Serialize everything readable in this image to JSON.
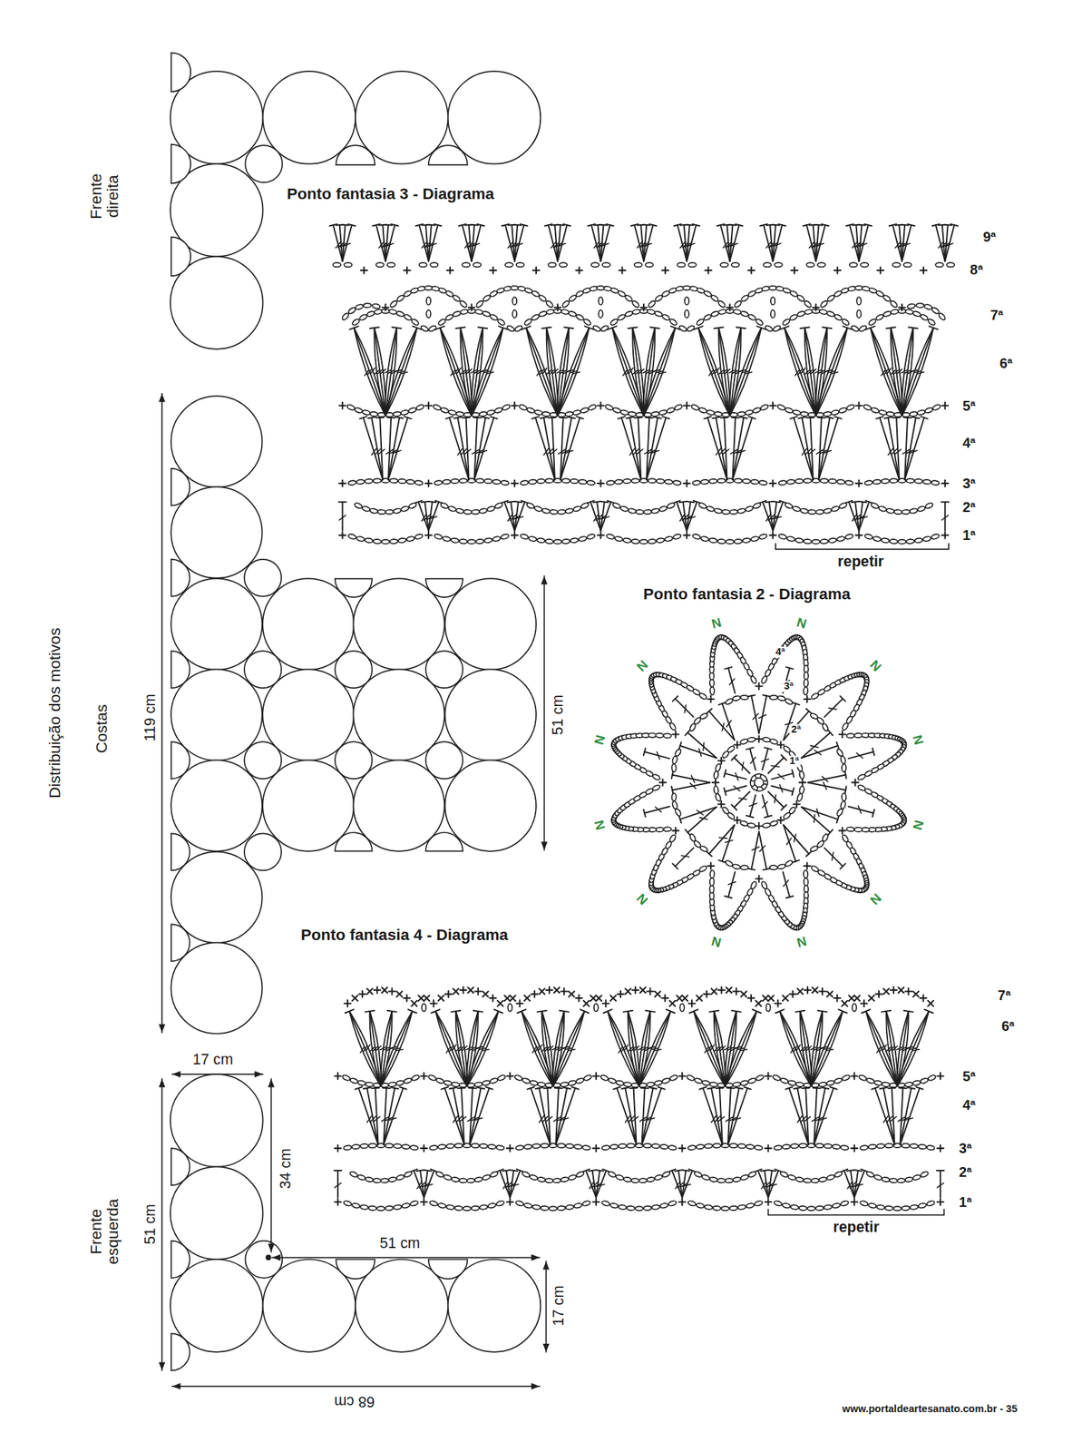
{
  "diagram": {
    "labels": [
      "Frente direita",
      "Ponto fantasia 3 - Diagrama",
      "9ª",
      "8ª",
      "7ª",
      "6ª",
      "5ª",
      "4ª",
      "3ª",
      "2ª",
      "1ª",
      "repetir",
      "Distribuição dos motivos",
      "Costas",
      "119 cm",
      "Ponto fantasia 2 - Diagrama",
      "4ª",
      "3ª",
      "2ª",
      "1ª",
      "N",
      "N",
      "N",
      "N",
      "N",
      "N",
      "N",
      "N",
      "N",
      "N",
      "N",
      "N",
      "51 cm",
      "Ponto fantasia 4 - Diagrama",
      "7ª",
      "6ª",
      "5ª",
      "4ª",
      "3ª",
      "2ª",
      "1ª",
      "repetir",
      "17 cm",
      "34 cm",
      "Frente esquerda",
      "51 cm",
      "51 cm",
      "17 cm",
      "68 cm",
      "www.portaldeartesanato.com.br - 35"
    ]
  }
}
